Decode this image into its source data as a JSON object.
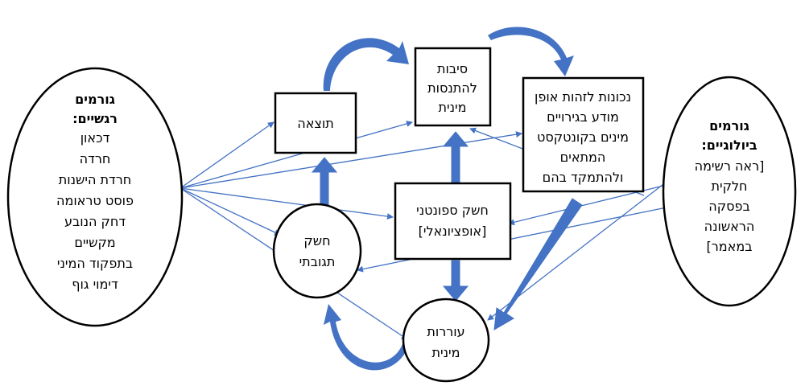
{
  "colors": {
    "thin_arrow": "#4472c4",
    "thick_arrow": "#4472c4",
    "border": "#000000"
  },
  "nodes": {
    "emotional": {
      "title_lines": [
        "גורמים",
        "רגשיים:"
      ],
      "lines": [
        "דכאון",
        "חרדה",
        "חרדת הישנות",
        "פוסט טראומה",
        "דחק הנובע",
        "מקשיים",
        "בתפקוד המיני",
        "דימוי גוף"
      ]
    },
    "outcome": {
      "lines": [
        "תוצאה"
      ]
    },
    "reasons": {
      "lines": [
        "סיבות",
        "להתנסות",
        "מינית"
      ]
    },
    "readiness": {
      "lines": [
        "נכונות לזהות אופן",
        "מודע בגירויים",
        "מינים בקונטקסט",
        "המתאים",
        "ולהתמקד בהם"
      ]
    },
    "spontaneous": {
      "lines": [
        "חשק ספונטני",
        "[אופציונאלי]"
      ]
    },
    "responsive": {
      "lines": [
        "חשק",
        "תגובתי"
      ]
    },
    "arousal": {
      "lines": [
        "עוררות",
        "מינית"
      ]
    },
    "biological": {
      "title_lines": [
        "גורמים",
        "ביולוגיים:"
      ],
      "lines": [
        "[ראה רשימה",
        "חלקית",
        "בפסקה",
        "הראשונה",
        "במאמר]"
      ]
    }
  }
}
